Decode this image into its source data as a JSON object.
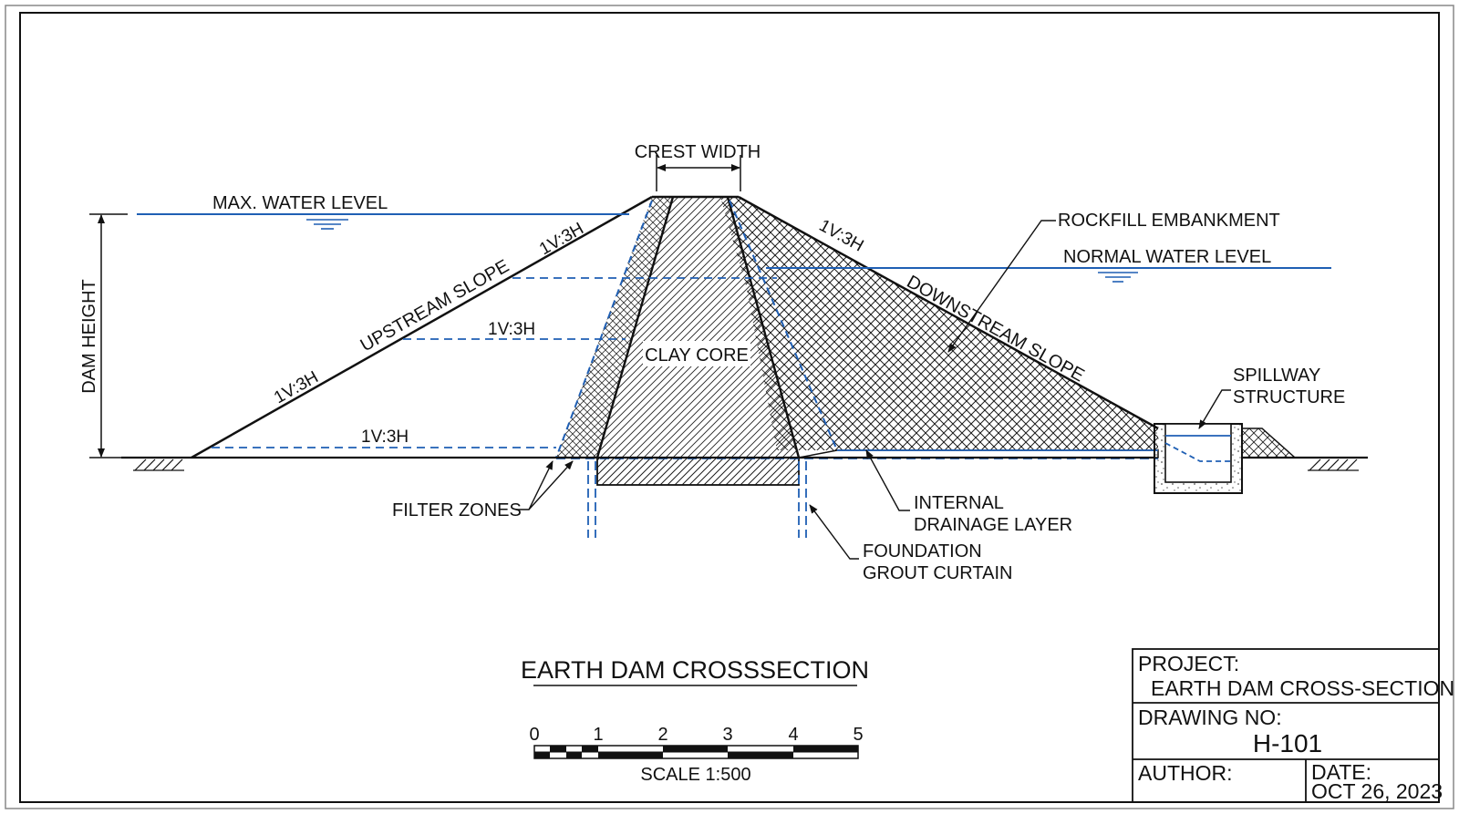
{
  "labels": {
    "crest_width": "CREST WIDTH",
    "max_water_level": "MAX. WATER LEVEL",
    "normal_water_level": "NORMAL WATER LEVEL",
    "dam_height": "DAM HEIGHT",
    "upstream_slope": "UPSTREAM SLOPE",
    "downstream_slope": "DOWNSTREAM SLOPE",
    "clay_core": "CLAY CORE",
    "rockfill_embankment": "ROCKFILL EMBANKMENT",
    "spillway_line1": "SPILLWAY",
    "spillway_line2": "STRUCTURE",
    "filter_zones": "FILTER ZONES",
    "internal_drainage_line1": "INTERNAL",
    "internal_drainage_line2": "DRAINAGE LAYER",
    "grout_curtain_line1": "FOUNDATION",
    "grout_curtain_line2": "GROUT CURTAIN",
    "slope_ratio": "1V:3H"
  },
  "drawing_title": "EARTH DAM CROSSSECTION",
  "scale_bar": {
    "ticks": [
      "0",
      "1",
      "2",
      "3",
      "4",
      "5"
    ],
    "label": "SCALE 1:500"
  },
  "title_block": {
    "project_label": "PROJECT:",
    "project_value": "EARTH DAM CROSS-SECTION",
    "drawing_no_label": "DRAWING NO:",
    "drawing_no_value": "H-101",
    "author_label": "AUTHOR:",
    "author_value": "",
    "date_label": "DATE:",
    "date_value": "OCT 26, 2023"
  },
  "colors": {
    "line": "#111111",
    "water": "#1f5fb4",
    "background": "#ffffff"
  }
}
